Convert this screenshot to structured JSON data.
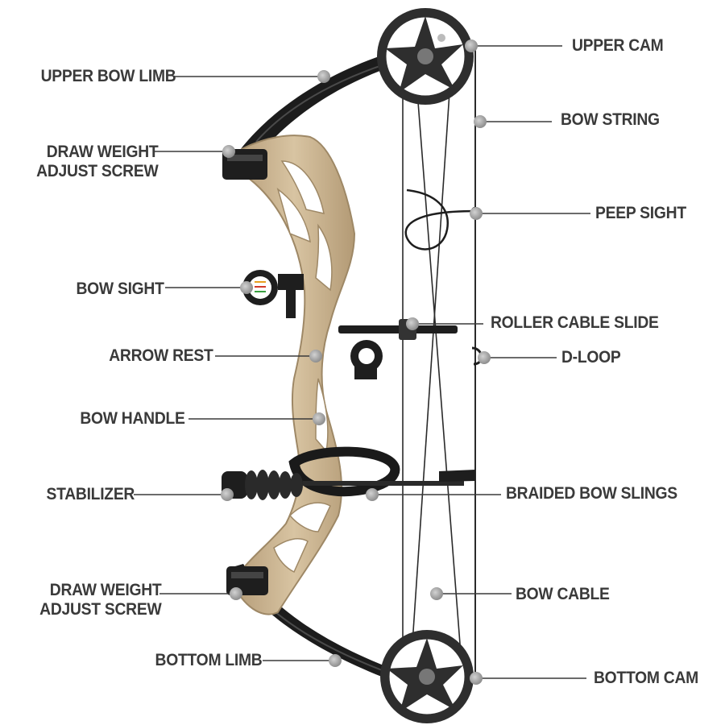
{
  "diagram": {
    "subject": "compound bow",
    "labels": {
      "upper_bow_limb": "UPPER BOW LIMB",
      "draw_weight_top_1": "DRAW WEIGHT",
      "draw_weight_top_2": "ADJUST SCREW",
      "bow_sight": "BOW SIGHT",
      "arrow_rest": "ARROW REST",
      "bow_handle": "BOW HANDLE",
      "stabilizer": "STABILIZER",
      "draw_weight_bottom_1": "DRAW WEIGHT",
      "draw_weight_bottom_2": "ADJUST SCREW",
      "bottom_limb": "BOTTOM LIMB",
      "upper_cam": "UPPER CAM",
      "bow_string": "BOW STRING",
      "peep_sight": "PEEP SIGHT",
      "roller_cable_slide": "ROLLER CABLE SLIDE",
      "d_loop": "D-LOOP",
      "braided_bow_slings": "BRAIDED BOW SLINGS",
      "bow_cable": "BOW CABLE",
      "bottom_cam": "BOTTOM CAM"
    },
    "colors": {
      "riser": "#c9b28f",
      "riser_dark": "#9e8866",
      "limb": "#1c1c1c",
      "cam": "#2e2e2e",
      "leader_line": "#3a3a3a",
      "dot": "#a9a9a9",
      "label_text": "#3a3a3a"
    }
  }
}
